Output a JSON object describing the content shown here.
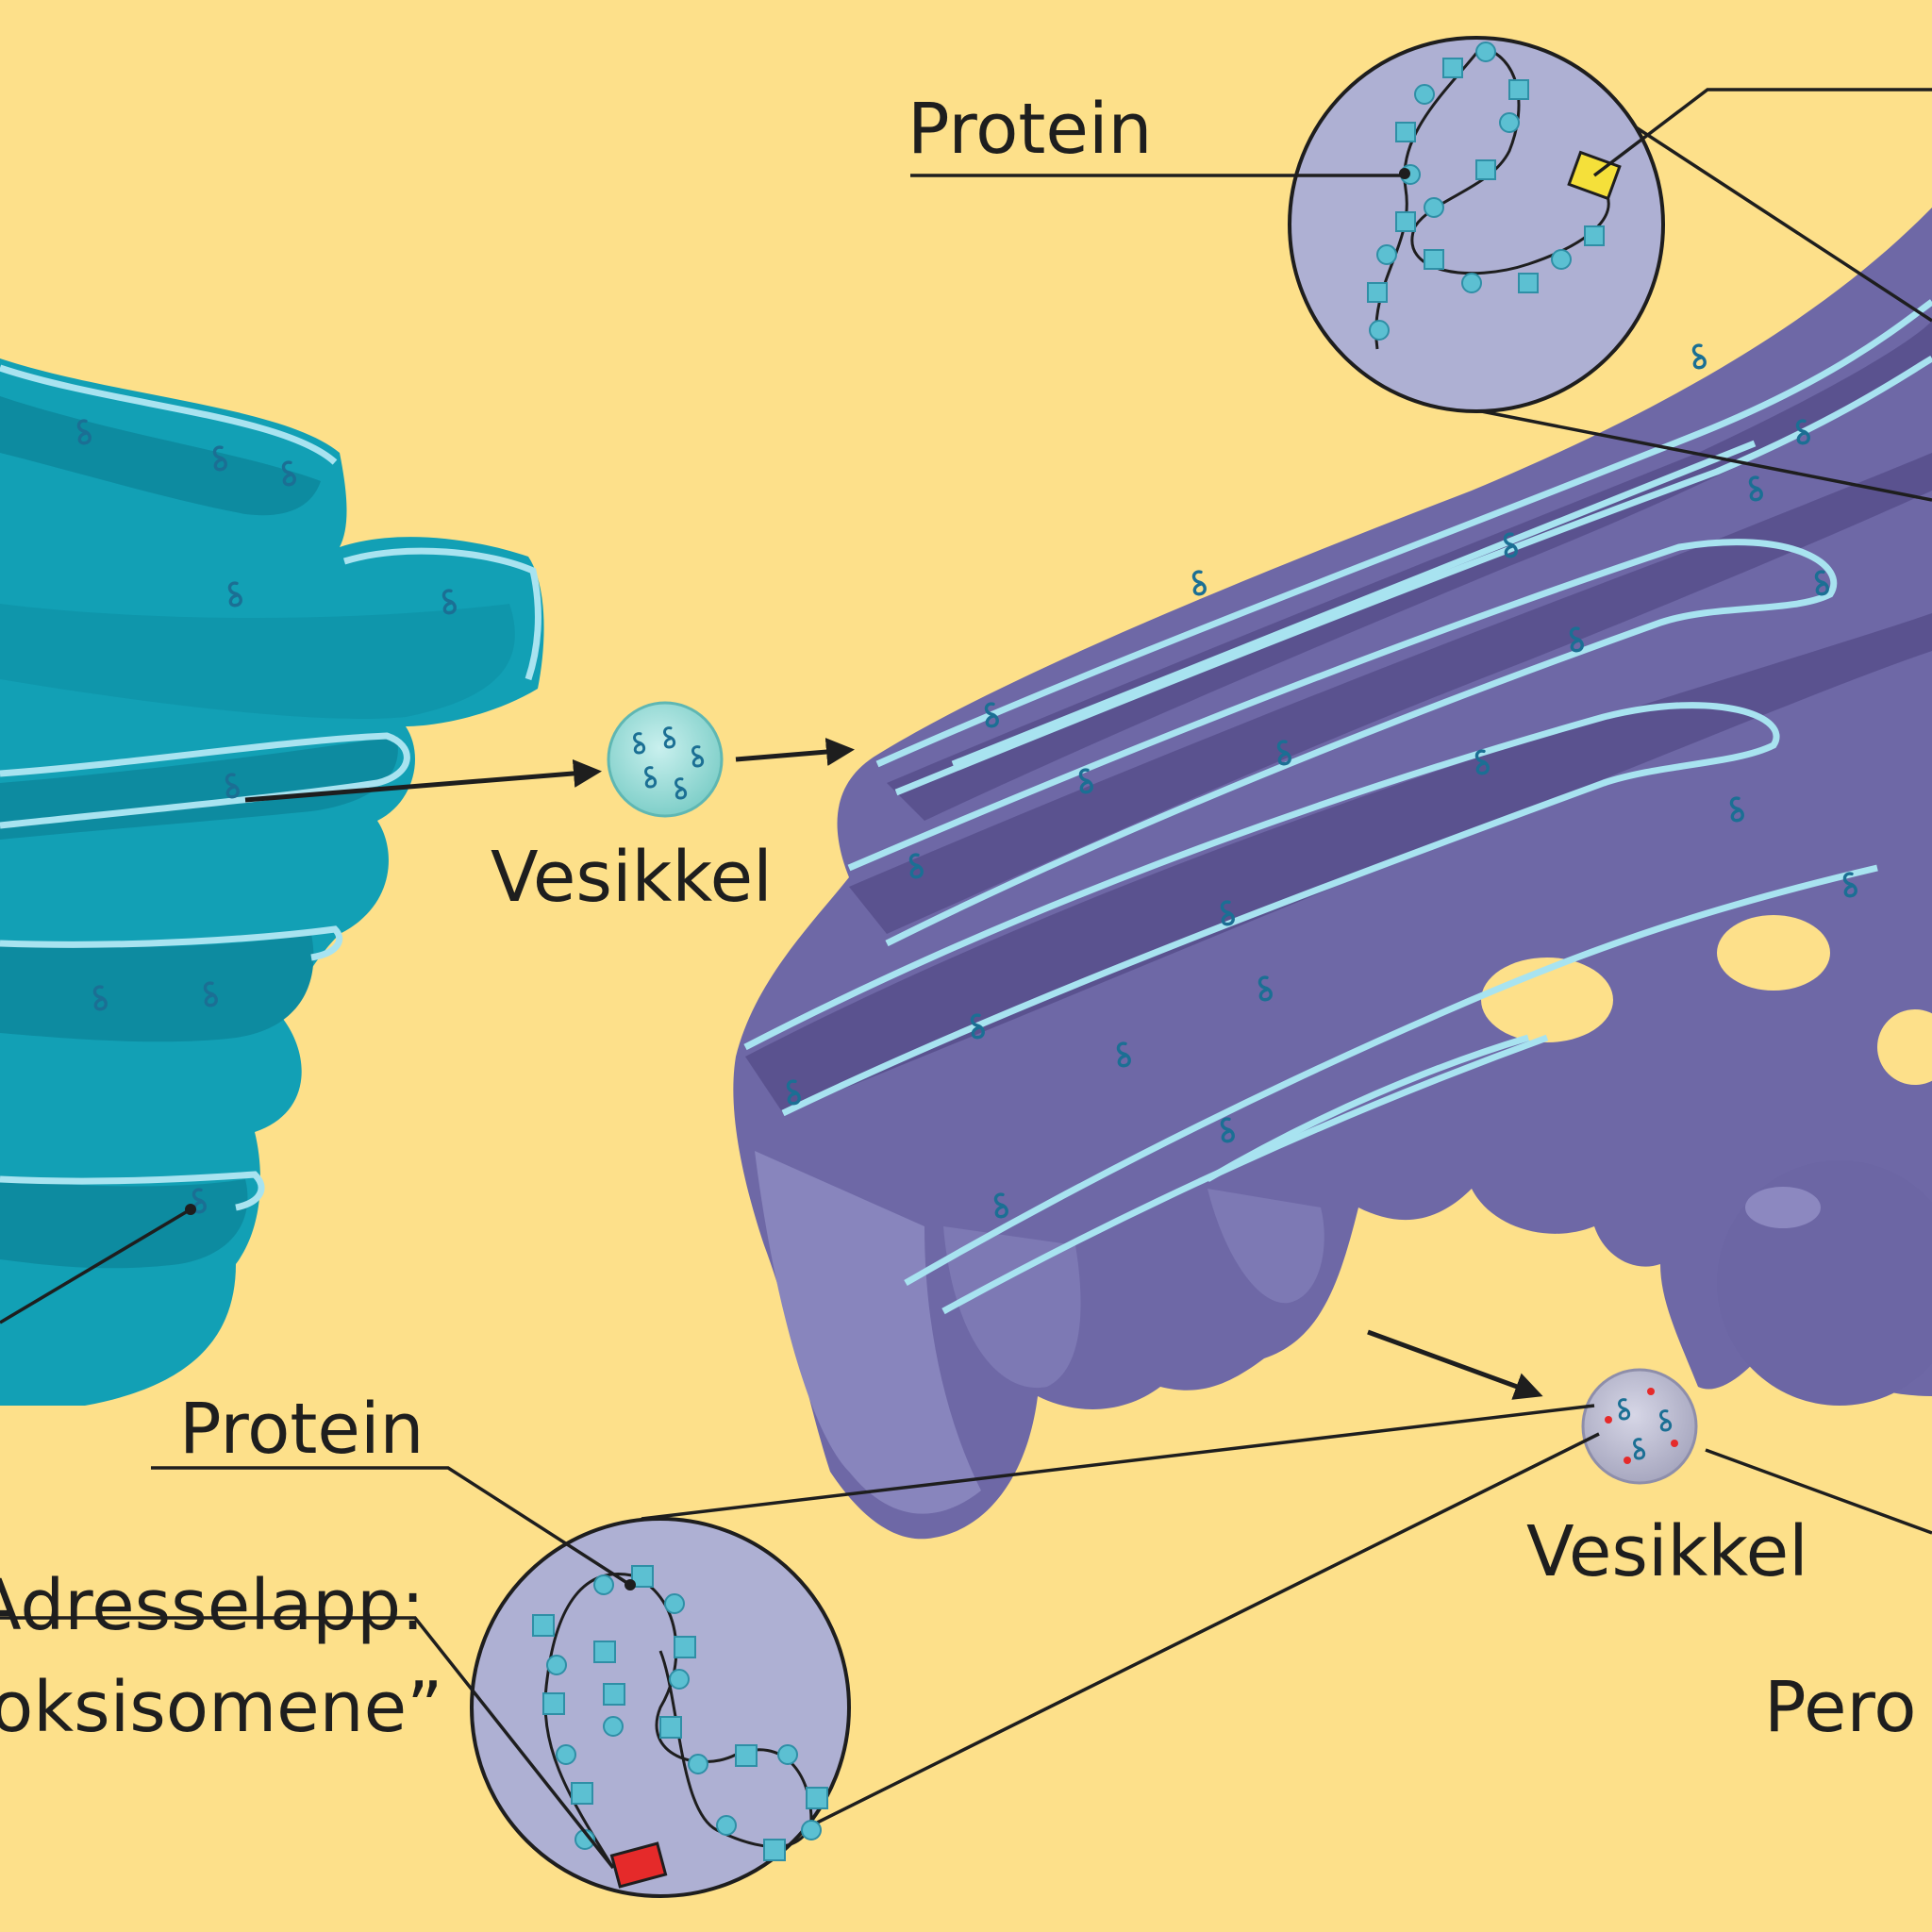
{
  "labels": {
    "protein_top": "Protein",
    "vesikkel_er": "Vesikkel",
    "protein_bottom": "Protein",
    "adresselapp_line1": "Adresselapp:",
    "adresselapp_line2": "oksisomene”",
    "vesikkel_golgi": "Vesikkel",
    "pero_partial": "Pero"
  },
  "colors": {
    "background": "#fde08a",
    "er": "#1aa3b7",
    "golgi": "#6e66a6",
    "address_tag_top": "#f5e03a",
    "address_tag_bottom": "#e52a2a"
  }
}
